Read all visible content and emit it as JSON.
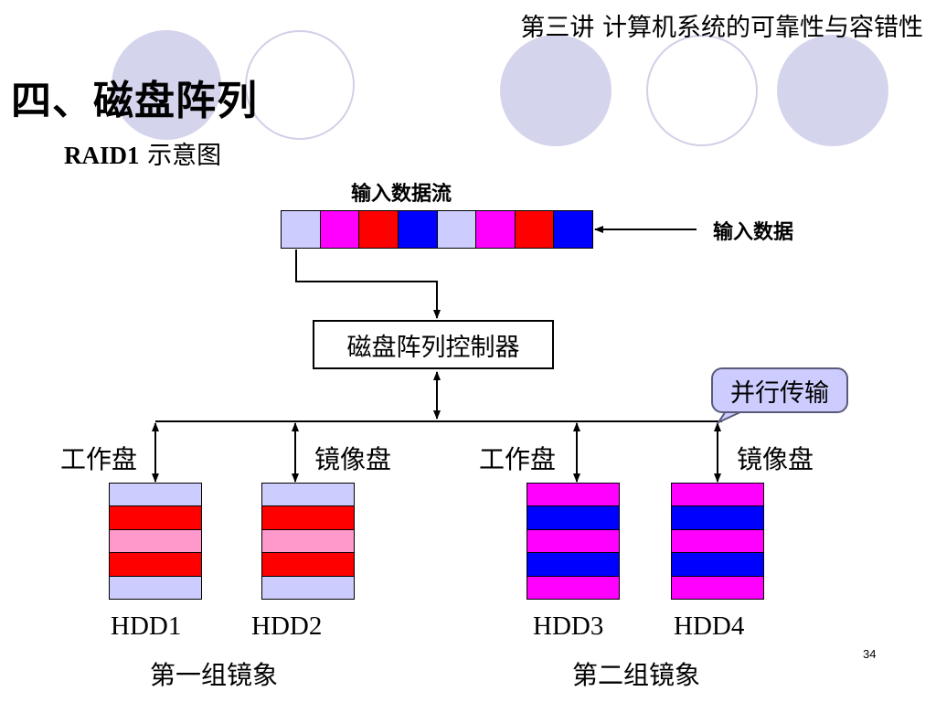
{
  "header": {
    "title": "第三讲  计算机系统的可靠性与容错性"
  },
  "section_title": "四、磁盘阵列",
  "subtitle": {
    "bold": "RAID1",
    "text": " 示意图"
  },
  "input_stream": {
    "label": "输入数据流",
    "cells": [
      "#ccccff",
      "#ff00ff",
      "#ff0000",
      "#0000ff",
      "#ccccff",
      "#ff00ff",
      "#ff0000",
      "#0000ff"
    ]
  },
  "input_data_label": "输入数据",
  "controller_label": "磁盘阵列控制器",
  "callout_label": "并行传输",
  "disk_roles": {
    "work1": "工作盘",
    "mirror1": "镜像盘",
    "work2": "工作盘",
    "mirror2": "镜像盘"
  },
  "disks": [
    {
      "label": "HDD1",
      "stripes": [
        "#ccccff",
        "#ff0000",
        "#ff99cc",
        "#ff0000",
        "#ccccff"
      ]
    },
    {
      "label": "HDD2",
      "stripes": [
        "#ccccff",
        "#ff0000",
        "#ff99cc",
        "#ff0000",
        "#ccccff"
      ]
    },
    {
      "label": "HDD3",
      "stripes": [
        "#ff00ff",
        "#0000ff",
        "#ff00ff",
        "#0000ff",
        "#ff00ff"
      ]
    },
    {
      "label": "HDD4",
      "stripes": [
        "#ff00ff",
        "#0000ff",
        "#ff00ff",
        "#0000ff",
        "#ff00ff"
      ]
    }
  ],
  "groups": {
    "first": "第一组镜象",
    "second": "第二组镜象"
  },
  "page_number": "34"
}
